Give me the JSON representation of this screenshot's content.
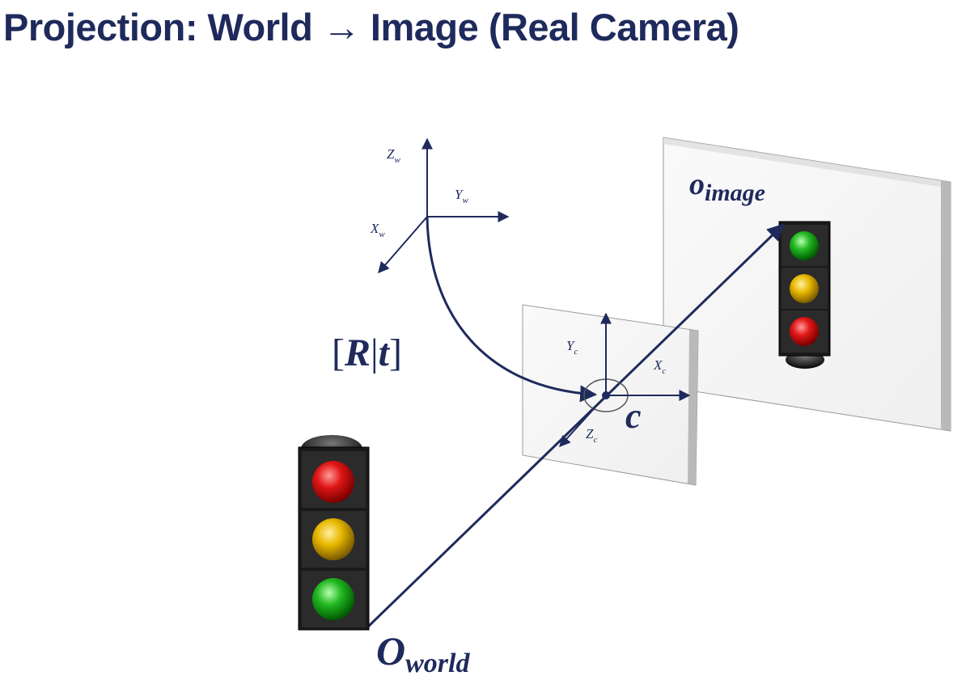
{
  "title": "Projection: World → Image (Real Camera)",
  "world_axes": {
    "z": {
      "letter": "Z",
      "sub": "w"
    },
    "y": {
      "letter": "Y",
      "sub": "w"
    },
    "x": {
      "letter": "X",
      "sub": "w"
    }
  },
  "camera_axes": {
    "y": {
      "letter": "Y",
      "sub": "c"
    },
    "x": {
      "letter": "X",
      "sub": "c"
    },
    "z": {
      "letter": "Z",
      "sub": "c"
    }
  },
  "transform_label": {
    "open": "[",
    "r": "R",
    "bar": "|",
    "t": "t",
    "close": "]"
  },
  "camera_center_label": "c",
  "origin_image": {
    "letter": "o",
    "sub": "image"
  },
  "origin_world": {
    "letter": "O",
    "sub": "world"
  },
  "colors": {
    "navy": "#1f2a5c",
    "red_light": "#d81818",
    "yellow_light": "#e8b800",
    "green_light": "#22b822"
  }
}
